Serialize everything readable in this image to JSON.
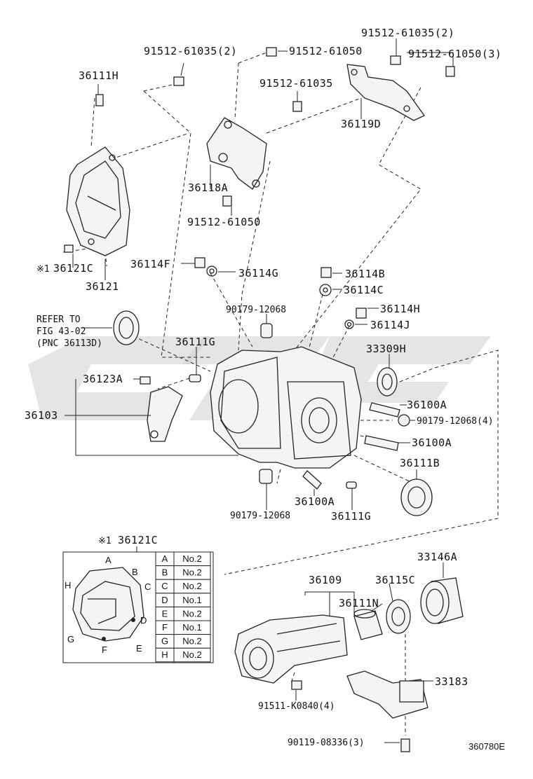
{
  "labels": {
    "p91512_61035_2a": "91512-61035(2)",
    "p91512_61050_a": "91512-61050",
    "p91512_61035_2b": "91512-61035(2)",
    "p91512_61050_3": "91512-61050(3)",
    "p36111H": "36111H",
    "p91512_61035": "91512-61035",
    "p36119D": "36119D",
    "p36118A": "36118A",
    "p91512_61050_b": "91512-61050",
    "p36121C_note": "36121C",
    "p36121": "36121",
    "p36114F": "36114F",
    "p36114G": "36114G",
    "p36114B": "36114B",
    "p36114C": "36114C",
    "refer1": "REFER TO",
    "refer2": "FIG 43-02",
    "refer3": "(PNC 36113D)",
    "p90179_12068_a": "90179-12068",
    "p36114H": "36114H",
    "p36114J": "36114J",
    "p36111G_a": "36111G",
    "p33309H": "33309H",
    "p36123A": "36123A",
    "p36103": "36103",
    "p36100A_a": "36100A",
    "p90179_12068_4": "90179-12068(4)",
    "p36100A_b": "36100A",
    "p36111B": "36111B",
    "p36100A_c": "36100A",
    "p90179_12068_b": "90179-12068",
    "p36111G_b": "36111G",
    "inset_title": "36121C",
    "p33146A": "33146A",
    "p36109": "36109",
    "p36115C": "36115C",
    "p36111N": "36111N",
    "p33183": "33183",
    "p91511_K0840": "91511-K0840(4)",
    "p90119_08336": "90119-08336(3)",
    "fig_code": "360780E",
    "note_mark": "※1"
  },
  "inset_letters": [
    "A",
    "B",
    "C",
    "D",
    "E",
    "F",
    "G",
    "H"
  ],
  "inset_table": [
    {
      "pos": "A",
      "type": "No.2"
    },
    {
      "pos": "B",
      "type": "No.2"
    },
    {
      "pos": "C",
      "type": "No.2"
    },
    {
      "pos": "D",
      "type": "No.1"
    },
    {
      "pos": "E",
      "type": "No.2"
    },
    {
      "pos": "F",
      "type": "No.1"
    },
    {
      "pos": "G",
      "type": "No.2"
    },
    {
      "pos": "H",
      "type": "No.2"
    }
  ]
}
